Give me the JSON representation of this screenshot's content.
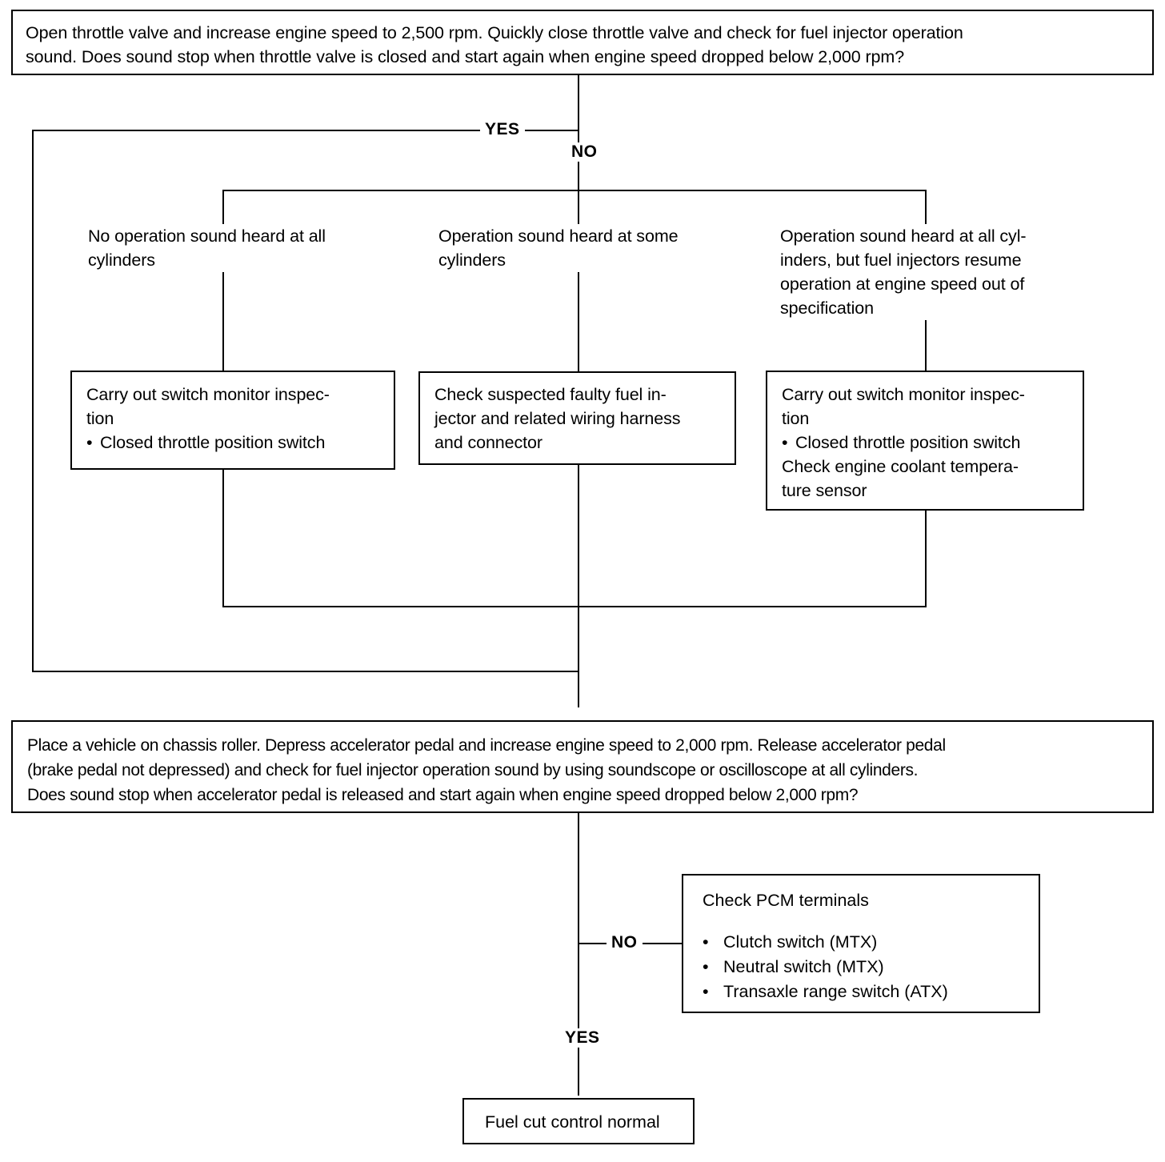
{
  "diagram": {
    "title": "Fuel cut control diagnostic flowchart",
    "ink_color": "#000000",
    "background_color": "#ffffff"
  },
  "nodes": {
    "q1": {
      "line1": "Open throttle valve and increase engine speed to 2,500 rpm. Quickly close throttle valve and check for fuel injector operation",
      "line2": "sound. Does sound stop when throttle valve is closed and start again when engine speed dropped below 2,000 rpm?"
    },
    "branch1": {
      "line1": "No operation sound heard at all",
      "line2": "cylinders"
    },
    "branch2": {
      "line1": "Operation sound heard at some",
      "line2": "cylinders"
    },
    "branch3": {
      "line1": "Operation sound heard at all cyl-",
      "line2": "inders, but fuel injectors resume",
      "line3": "operation at engine speed out of",
      "line4": "specification"
    },
    "action1": {
      "line1": "Carry out switch monitor inspec-",
      "line2": "tion",
      "bullet1": "Closed throttle position switch",
      "bullet_glyph": "•"
    },
    "action2": {
      "line1": "Check suspected faulty fuel in-",
      "line2": "jector and related wiring harness",
      "line3": "and connector"
    },
    "action3": {
      "line1": "Carry out switch monitor inspec-",
      "line2": "tion",
      "bullet1": "Closed throttle position switch",
      "bullet_glyph": "•",
      "line3": "Check engine coolant tempera-",
      "line4": "ture sensor"
    },
    "q2": {
      "line1": "Place a vehicle on chassis roller. Depress accelerator pedal and increase engine speed to 2,000 rpm. Release accelerator pedal",
      "line2": "(brake pedal not depressed) and check for fuel injector operation sound by using soundscope or oscilloscope at all cylinders.",
      "line3": "Does sound stop when accelerator pedal is released and start again when engine speed dropped below 2,000 rpm?"
    },
    "pcm": {
      "title": "Check PCM terminals",
      "bullet_glyph": "•",
      "items": [
        "Clutch switch (MTX)",
        "Neutral switch (MTX)",
        "Transaxle range switch (ATX)"
      ]
    },
    "final": {
      "text": "Fuel cut control normal"
    }
  },
  "edge_labels": {
    "yes_top": "YES",
    "no_top": "NO",
    "no_bottom": "NO",
    "yes_bottom": "YES"
  }
}
